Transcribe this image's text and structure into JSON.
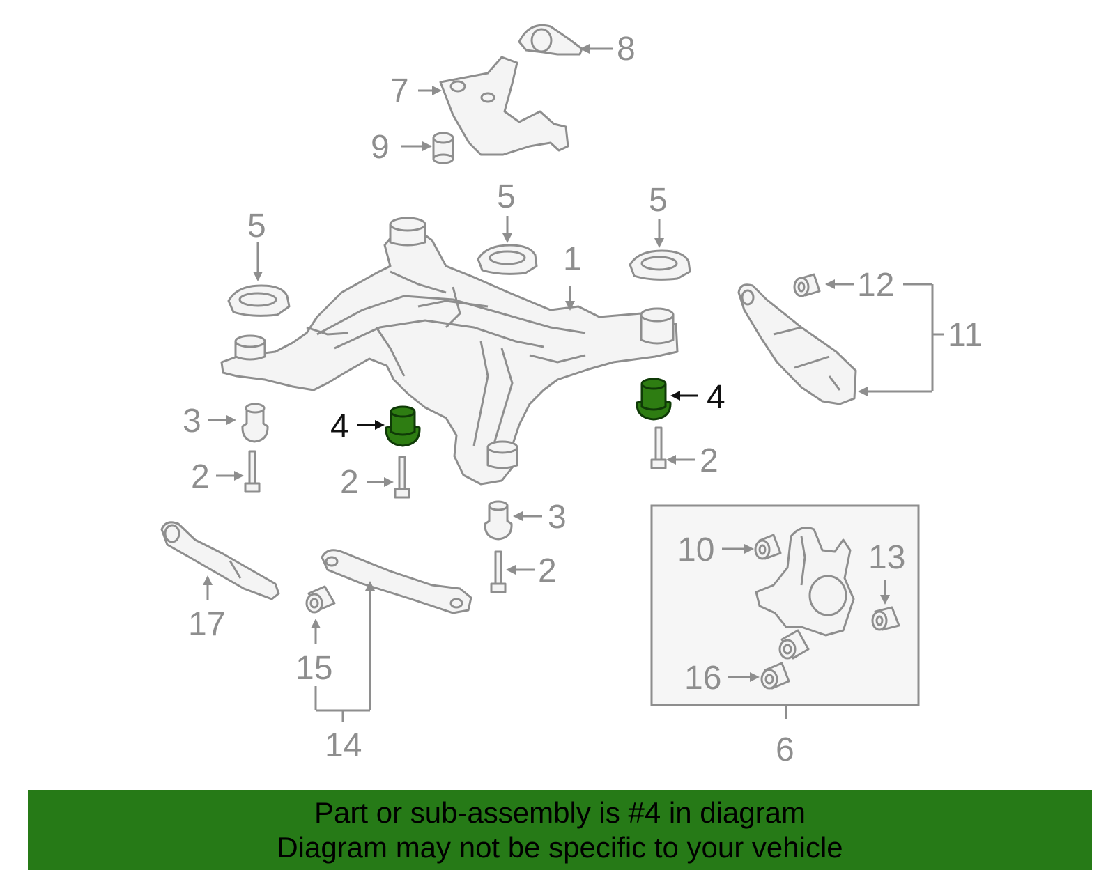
{
  "callouts": {
    "c1": "1",
    "c2a": "2",
    "c2b": "2",
    "c2c": "2",
    "c2d": "2",
    "c3a": "3",
    "c3b": "3",
    "c4a": "4",
    "c4b": "4",
    "c5a": "5",
    "c5b": "5",
    "c5c": "5",
    "c6": "6",
    "c7": "7",
    "c8": "8",
    "c9": "9",
    "c10": "10",
    "c11": "11",
    "c12": "12",
    "c13": "13",
    "c14": "14",
    "c15": "15",
    "c16": "16",
    "c17": "17"
  },
  "banner": {
    "line1": "Part or sub-assembly is #4 in diagram",
    "line2": "Diagram may not be specific to your vehicle",
    "background": "#267a17"
  },
  "colors": {
    "highlight": "#2e7d12",
    "linework": "#8e8e8e"
  }
}
